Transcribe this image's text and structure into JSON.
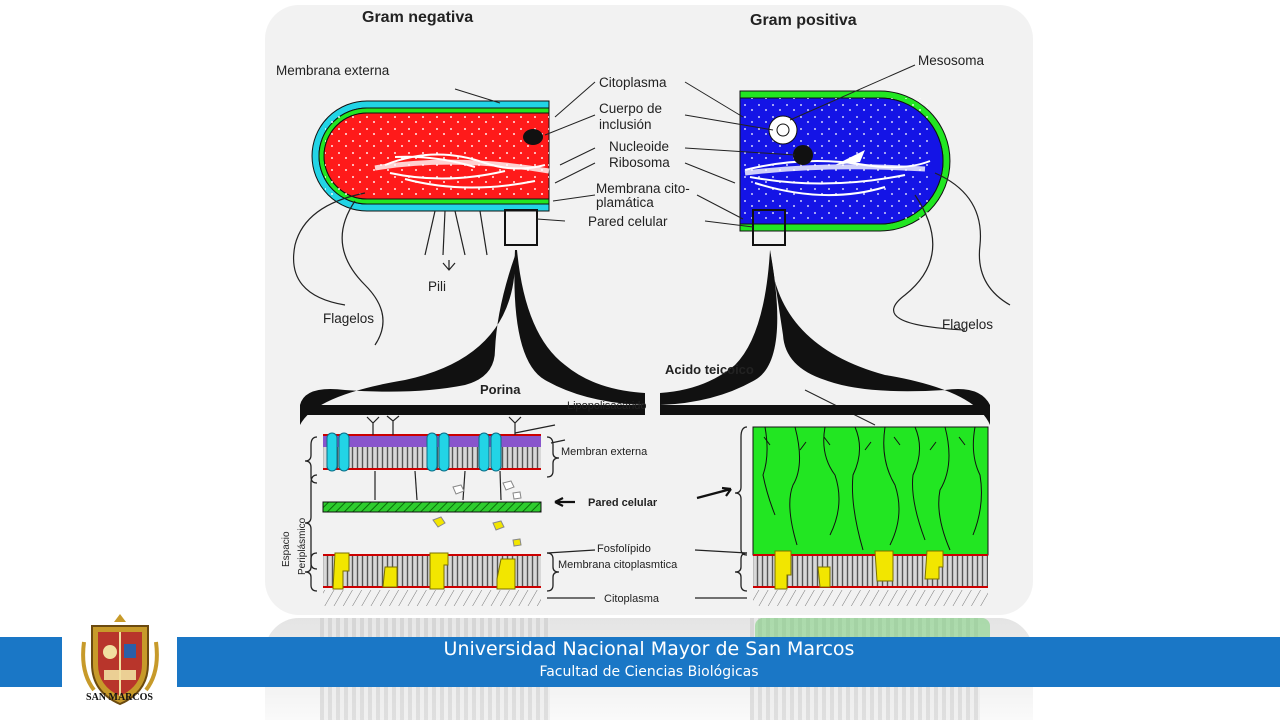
{
  "diagram": {
    "gram_negative": {
      "title": "Gram negativa",
      "membrana_externa": "Membrana externa",
      "pili": "Pili",
      "flagelos": "Flagelos"
    },
    "gram_positive": {
      "title": "Gram positiva",
      "mesosoma": "Mesosoma",
      "flagelos": "Flagelos"
    },
    "center_labels": {
      "citoplasma": "Citoplasma",
      "cuerpo_line1": "Cuerpo de",
      "cuerpo_line2": "inclusión",
      "nucleoide": "Nucleoide",
      "ribosoma": "Ribosoma",
      "membrana_line1": "Membrana cito-",
      "membrana_line2": "plamática",
      "pared_celular": "Pared celular"
    },
    "detail": {
      "porina": "Porina",
      "lipopolisacarido": "Lipopolisacárido",
      "membran_externa": "Membran externa",
      "pared_celular": "Pared celular",
      "acido_teicoico": "Acido teicoico",
      "fosfolipido": "Fosfolípido",
      "membrana_citoplasmtica": "Membrana citoplasmtica",
      "citoplasma": "Citoplasma",
      "espacio": "Espacio",
      "periplasmico": "Periplásmico"
    },
    "colors": {
      "gram_negative_cytoplasm": "#ff1a1a",
      "gram_positive_cytoplasm": "#1414e6",
      "cell_wall": "#22e622",
      "outer_membrane": "#22d4e6",
      "phospholipid": "#f2e600"
    }
  },
  "footer": {
    "title": "Universidad Nacional Mayor de San Marcos",
    "subtitle": "Facultad de Ciencias Biológicas",
    "logo_text": "SAN MARCOS"
  }
}
